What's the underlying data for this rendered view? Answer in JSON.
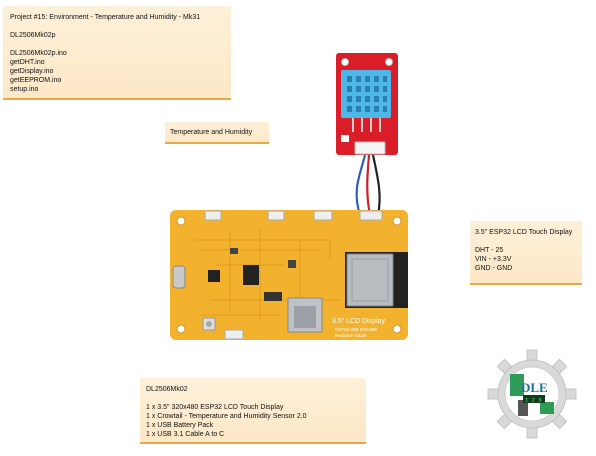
{
  "notes": {
    "project": {
      "lines": [
        "Project #15: Environment - Temperature and Humidity - Mk31",
        "",
        "DL2506Mk02p",
        "",
        "DL2506Mk02p.ino",
        "getDHT.ino",
        "getDisplay.ino",
        "getEEPROM.ino",
        "setup.ino"
      ]
    },
    "sensor_title": "Temperature and Humidity",
    "display": {
      "lines": [
        "3.5\" ESP32 LCD Touch Display",
        "",
        "DHT - 25",
        "VIN - +3.3V",
        "GND - GND"
      ]
    },
    "bom": {
      "lines": [
        "DL2506Mk02",
        "",
        "1 x 3.5\" 320x480 ESP32 LCD Touch Display",
        "1 x Crowtail - Temperature and Humidity Sensor 2.0",
        "1 x USB Battery Pack",
        "1 x USB 3.1 Cable A to C"
      ]
    }
  },
  "board": {
    "silk_title": "3.5\" LCD Display",
    "silk_sub": "ESP32-32E  320x480",
    "silk_sub2": "Resistive Touch"
  },
  "logo": {
    "text": "DLE",
    "screen_text": "1 2 3"
  },
  "colors": {
    "note_bg": "#fde8c8",
    "note_border": "#e9a94a",
    "board": "#f3b22e",
    "sensor_pcb": "#d91e2a",
    "dht_body": "#4fb6e8",
    "wire_blue": "#2f5fb8",
    "wire_red": "#c8232c",
    "wire_black": "#222222"
  }
}
